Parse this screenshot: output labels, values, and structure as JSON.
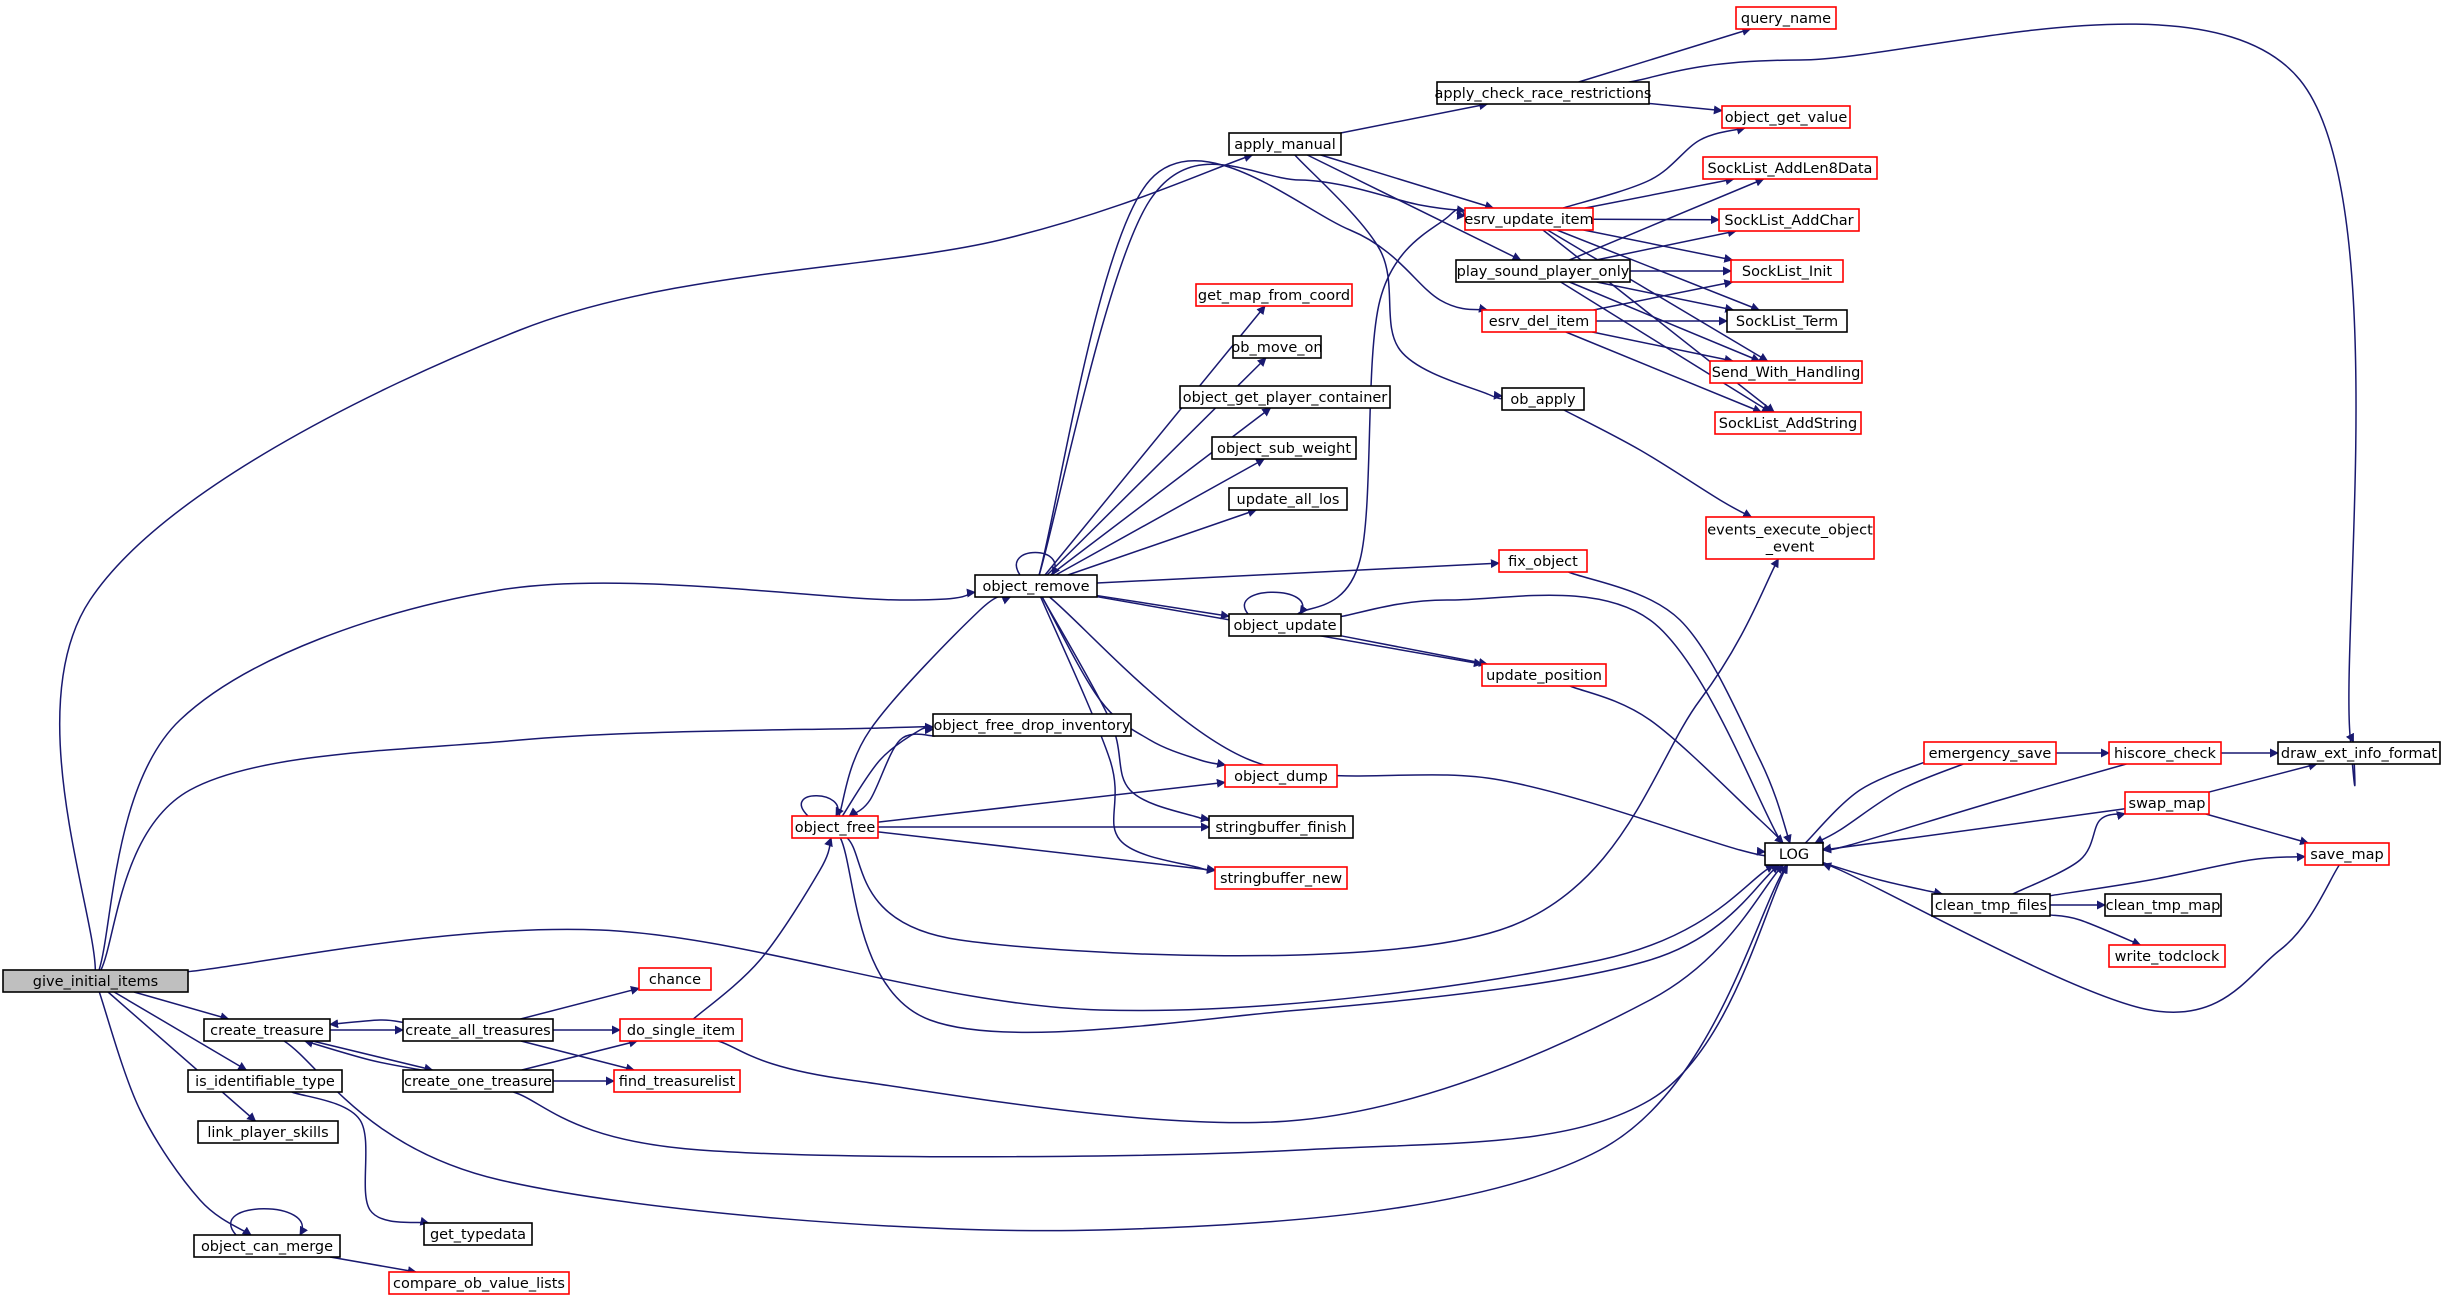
{
  "colors": {
    "edge": "#191970",
    "arrowhead": "#191970",
    "node_border_normal": "#000000",
    "node_border_truncated": "#ff0000",
    "root_fill": "#bfbfbf",
    "node_fill": "#ffffff"
  },
  "nodes": {
    "give_initial_items": {
      "label": "give_initial_items",
      "style": "root"
    },
    "create_treasure": {
      "label": "create_treasure",
      "style": "normal"
    },
    "is_identifiable_type": {
      "label": "is_identifiable_type",
      "style": "normal"
    },
    "link_player_skills": {
      "label": "link_player_skills",
      "style": "normal"
    },
    "object_can_merge": {
      "label": "object_can_merge",
      "style": "normal"
    },
    "compare_ob_value_lists": {
      "label": "compare_ob_value_lists",
      "style": "truncated"
    },
    "get_typedata": {
      "label": "get_typedata",
      "style": "normal"
    },
    "create_all_treasures": {
      "label": "create_all_treasures",
      "style": "normal"
    },
    "create_one_treasure": {
      "label": "create_one_treasure",
      "style": "normal"
    },
    "chance": {
      "label": "chance",
      "style": "truncated"
    },
    "do_single_item": {
      "label": "do_single_item",
      "style": "truncated"
    },
    "find_treasurelist": {
      "label": "find_treasurelist",
      "style": "truncated"
    },
    "object_free": {
      "label": "object_free",
      "style": "truncated"
    },
    "object_free_drop_inventory": {
      "label": "object_free_drop_inventory",
      "style": "normal"
    },
    "object_remove": {
      "label": "object_remove",
      "style": "normal"
    },
    "apply_manual": {
      "label": "apply_manual",
      "style": "normal"
    },
    "apply_check_race_restrictions": {
      "label": "apply_check_race_restrictions",
      "style": "normal"
    },
    "query_name": {
      "label": "query_name",
      "style": "truncated"
    },
    "object_get_value": {
      "label": "object_get_value",
      "style": "truncated"
    },
    "esrv_update_item": {
      "label": "esrv_update_item",
      "style": "truncated"
    },
    "play_sound_player_only": {
      "label": "play_sound_player_only",
      "style": "normal"
    },
    "esrv_del_item": {
      "label": "esrv_del_item",
      "style": "truncated"
    },
    "ob_apply": {
      "label": "ob_apply",
      "style": "normal"
    },
    "get_map_from_coord": {
      "label": "get_map_from_coord",
      "style": "truncated"
    },
    "ob_move_on": {
      "label": "ob_move_on",
      "style": "normal"
    },
    "object_get_player_container": {
      "label": "object_get_player_container",
      "style": "normal"
    },
    "object_sub_weight": {
      "label": "object_sub_weight",
      "style": "normal"
    },
    "update_all_los": {
      "label": "update_all_los",
      "style": "normal"
    },
    "object_update": {
      "label": "object_update",
      "style": "normal"
    },
    "fix_object": {
      "label": "fix_object",
      "style": "truncated"
    },
    "update_position": {
      "label": "update_position",
      "style": "truncated"
    },
    "object_dump": {
      "label": "object_dump",
      "style": "truncated"
    },
    "stringbuffer_finish": {
      "label": "stringbuffer_finish",
      "style": "normal"
    },
    "stringbuffer_new": {
      "label": "stringbuffer_new",
      "style": "truncated"
    },
    "SockList_AddLen8Data": {
      "label": "SockList_AddLen8Data",
      "style": "truncated"
    },
    "SockList_AddChar": {
      "label": "SockList_AddChar",
      "style": "truncated"
    },
    "SockList_Init": {
      "label": "SockList_Init",
      "style": "truncated"
    },
    "SockList_Term": {
      "label": "SockList_Term",
      "style": "normal"
    },
    "Send_With_Handling": {
      "label": "Send_With_Handling",
      "style": "truncated"
    },
    "SockList_AddString": {
      "label": "SockList_AddString",
      "style": "truncated"
    },
    "events_execute_object_event": {
      "label": [
        "events_execute_object",
        "_event"
      ],
      "style": "truncated"
    },
    "LOG": {
      "label": "LOG",
      "style": "normal"
    },
    "emergency_save": {
      "label": "emergency_save",
      "style": "truncated"
    },
    "hiscore_check": {
      "label": "hiscore_check",
      "style": "truncated"
    },
    "draw_ext_info_format": {
      "label": "draw_ext_info_format",
      "style": "normal"
    },
    "swap_map": {
      "label": "swap_map",
      "style": "truncated"
    },
    "save_map": {
      "label": "save_map",
      "style": "truncated"
    },
    "clean_tmp_files": {
      "label": "clean_tmp_files",
      "style": "normal"
    },
    "clean_tmp_map": {
      "label": "clean_tmp_map",
      "style": "normal"
    },
    "write_todclock": {
      "label": "write_todclock",
      "style": "truncated"
    }
  },
  "edges": [
    {
      "from": "give_initial_items",
      "to": "apply_manual"
    },
    {
      "from": "give_initial_items",
      "to": "object_remove"
    },
    {
      "from": "give_initial_items",
      "to": "object_free_drop_inventory"
    },
    {
      "from": "give_initial_items",
      "to": "LOG"
    },
    {
      "from": "give_initial_items",
      "to": "create_treasure"
    },
    {
      "from": "give_initial_items",
      "to": "is_identifiable_type"
    },
    {
      "from": "give_initial_items",
      "to": "link_player_skills"
    },
    {
      "from": "give_initial_items",
      "to": "object_can_merge"
    },
    {
      "from": "create_treasure",
      "to": "create_all_treasures"
    },
    {
      "from": "create_treasure",
      "to": "create_one_treasure"
    },
    {
      "from": "create_treasure",
      "to": "LOG"
    },
    {
      "from": "create_all_treasures",
      "to": "create_treasure"
    },
    {
      "from": "create_all_treasures",
      "to": "chance"
    },
    {
      "from": "create_all_treasures",
      "to": "do_single_item"
    },
    {
      "from": "create_all_treasures",
      "to": "find_treasurelist"
    },
    {
      "from": "create_one_treasure",
      "to": "create_treasure"
    },
    {
      "from": "create_one_treasure",
      "to": "do_single_item"
    },
    {
      "from": "create_one_treasure",
      "to": "find_treasurelist"
    },
    {
      "from": "create_one_treasure",
      "to": "LOG"
    },
    {
      "from": "do_single_item",
      "to": "object_free"
    },
    {
      "from": "do_single_item",
      "to": "LOG"
    },
    {
      "from": "is_identifiable_type",
      "to": "get_typedata"
    },
    {
      "from": "object_can_merge",
      "to": "object_can_merge"
    },
    {
      "from": "object_can_merge",
      "to": "compare_ob_value_lists"
    },
    {
      "from": "object_free",
      "to": "object_free"
    },
    {
      "from": "object_free",
      "to": "object_free_drop_inventory"
    },
    {
      "from": "object_free",
      "to": "object_remove"
    },
    {
      "from": "object_free",
      "to": "object_dump"
    },
    {
      "from": "object_free",
      "to": "stringbuffer_finish"
    },
    {
      "from": "object_free",
      "to": "stringbuffer_new"
    },
    {
      "from": "object_free",
      "to": "events_execute_object_event"
    },
    {
      "from": "object_free",
      "to": "LOG"
    },
    {
      "from": "object_free_drop_inventory",
      "to": "object_free"
    },
    {
      "from": "object_remove",
      "to": "object_remove"
    },
    {
      "from": "object_remove",
      "to": "esrv_update_item"
    },
    {
      "from": "object_remove",
      "to": "esrv_del_item"
    },
    {
      "from": "object_remove",
      "to": "get_map_from_coord"
    },
    {
      "from": "object_remove",
      "to": "ob_move_on"
    },
    {
      "from": "object_remove",
      "to": "object_get_player_container"
    },
    {
      "from": "object_remove",
      "to": "object_sub_weight"
    },
    {
      "from": "object_remove",
      "to": "update_all_los"
    },
    {
      "from": "object_remove",
      "to": "fix_object"
    },
    {
      "from": "object_remove",
      "to": "object_update"
    },
    {
      "from": "object_remove",
      "to": "update_position"
    },
    {
      "from": "object_remove",
      "to": "object_dump"
    },
    {
      "from": "object_remove",
      "to": "stringbuffer_finish"
    },
    {
      "from": "object_remove",
      "to": "stringbuffer_new"
    },
    {
      "from": "object_remove",
      "to": "LOG"
    },
    {
      "from": "apply_manual",
      "to": "apply_check_race_restrictions"
    },
    {
      "from": "apply_manual",
      "to": "esrv_update_item"
    },
    {
      "from": "apply_manual",
      "to": "play_sound_player_only"
    },
    {
      "from": "apply_manual",
      "to": "ob_apply"
    },
    {
      "from": "apply_check_race_restrictions",
      "to": "query_name"
    },
    {
      "from": "apply_check_race_restrictions",
      "to": "object_get_value"
    },
    {
      "from": "apply_check_race_restrictions",
      "to": "draw_ext_info_format"
    },
    {
      "from": "esrv_update_item",
      "to": "object_get_value"
    },
    {
      "from": "esrv_update_item",
      "to": "SockList_AddLen8Data"
    },
    {
      "from": "esrv_update_item",
      "to": "SockList_AddChar"
    },
    {
      "from": "esrv_update_item",
      "to": "SockList_Init"
    },
    {
      "from": "esrv_update_item",
      "to": "SockList_Term"
    },
    {
      "from": "esrv_update_item",
      "to": "Send_With_Handling"
    },
    {
      "from": "esrv_update_item",
      "to": "SockList_AddString"
    },
    {
      "from": "play_sound_player_only",
      "to": "SockList_AddLen8Data"
    },
    {
      "from": "play_sound_player_only",
      "to": "SockList_AddChar"
    },
    {
      "from": "play_sound_player_only",
      "to": "SockList_Init"
    },
    {
      "from": "play_sound_player_only",
      "to": "SockList_Term"
    },
    {
      "from": "play_sound_player_only",
      "to": "Send_With_Handling"
    },
    {
      "from": "play_sound_player_only",
      "to": "SockList_AddString"
    },
    {
      "from": "esrv_del_item",
      "to": "SockList_Init"
    },
    {
      "from": "esrv_del_item",
      "to": "SockList_Term"
    },
    {
      "from": "esrv_del_item",
      "to": "Send_With_Handling"
    },
    {
      "from": "esrv_del_item",
      "to": "SockList_AddString"
    },
    {
      "from": "ob_apply",
      "to": "events_execute_object_event"
    },
    {
      "from": "object_update",
      "to": "object_update"
    },
    {
      "from": "object_update",
      "to": "esrv_update_item"
    },
    {
      "from": "object_update",
      "to": "update_position"
    },
    {
      "from": "object_update",
      "to": "LOG"
    },
    {
      "from": "fix_object",
      "to": "LOG"
    },
    {
      "from": "update_position",
      "to": "LOG"
    },
    {
      "from": "LOG",
      "to": "emergency_save"
    },
    {
      "from": "LOG",
      "to": "clean_tmp_files"
    },
    {
      "from": "emergency_save",
      "to": "LOG"
    },
    {
      "from": "emergency_save",
      "to": "hiscore_check"
    },
    {
      "from": "hiscore_check",
      "to": "LOG"
    },
    {
      "from": "hiscore_check",
      "to": "draw_ext_info_format"
    },
    {
      "from": "swap_map",
      "to": "LOG"
    },
    {
      "from": "swap_map",
      "to": "draw_ext_info_format"
    },
    {
      "from": "swap_map",
      "to": "save_map"
    },
    {
      "from": "save_map",
      "to": "LOG"
    },
    {
      "from": "clean_tmp_files",
      "to": "swap_map"
    },
    {
      "from": "clean_tmp_files",
      "to": "save_map"
    },
    {
      "from": "clean_tmp_files",
      "to": "clean_tmp_map"
    },
    {
      "from": "clean_tmp_files",
      "to": "write_todclock"
    }
  ]
}
